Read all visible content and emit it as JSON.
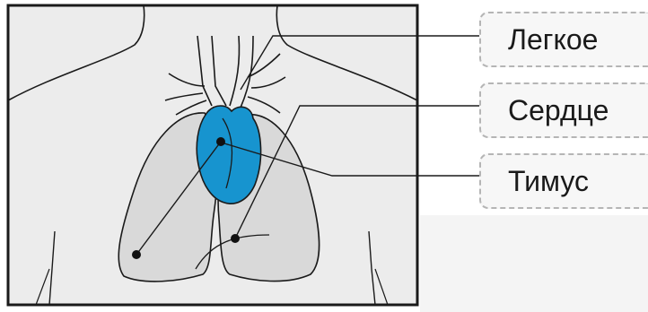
{
  "labels": [
    {
      "text": "Легкое"
    },
    {
      "text": "Сердце"
    },
    {
      "text": "Тимус"
    }
  ],
  "colors": {
    "heart": "#1794cf",
    "lung": "#d9d9d9",
    "outline": "#1a1a1a",
    "panel_bg": "#ececec"
  }
}
